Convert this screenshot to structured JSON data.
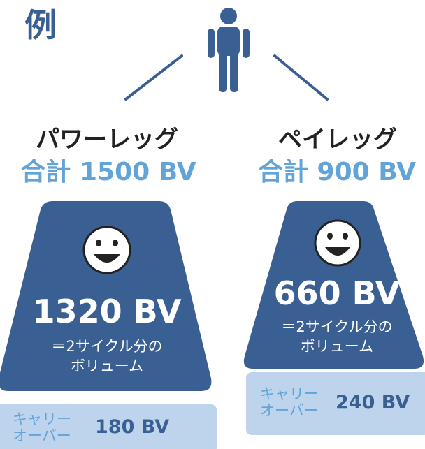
{
  "title": "例",
  "colors": {
    "accent_dark": "#3a5f93",
    "accent_light": "#62a3d8",
    "carry_bg": "#bdd4ec",
    "text_dark": "#222222"
  },
  "legs": [
    {
      "name": "パワーレッグ",
      "total_label": "合計",
      "total_value": "1500 BV",
      "volume": "1320 BV",
      "note_line1": "＝2サイクル分の",
      "note_line2": "ボリューム",
      "carry_label_line1": "キャリー",
      "carry_label_line2": "オーバー",
      "carry_value": "180 BV"
    },
    {
      "name": "ペイレッグ",
      "total_label": "合計",
      "total_value": "900 BV",
      "volume": "660 BV",
      "note_line1": "＝2サイクル分の",
      "note_line2": "ボリューム",
      "carry_label_line1": "キャリー",
      "carry_label_line2": "オーバー",
      "carry_value": "240 BV"
    }
  ],
  "icons": {
    "top": "person-icon",
    "legs": "smiley-face-icon"
  }
}
